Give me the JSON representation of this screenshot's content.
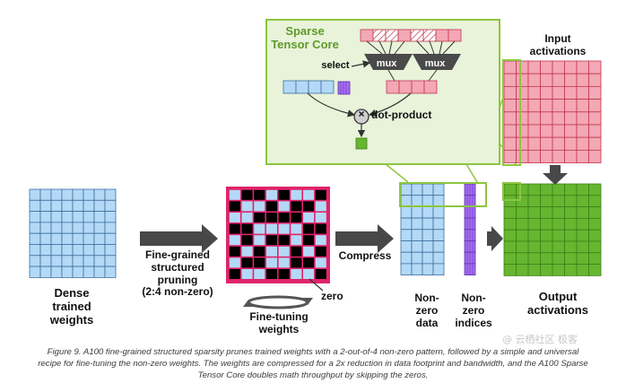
{
  "figure": {
    "sparse_core_title": "Sparse\nTensor Core",
    "select_label": "select",
    "mux_label": "mux",
    "dot_product_label": "dot-product",
    "dot_symbol": "×",
    "input_activations_label": "Input\nactivations",
    "dense_weights_label": "Dense\ntrained\nweights",
    "fine_grained_label": "Fine-grained\nstructured\npruning\n(2:4 non-zero)",
    "compress_label": "Compress",
    "zero_label": "zero",
    "fine_tuning_label": "Fine-tuning\nweights",
    "nonzero_data_label": "Non-\nzero\ndata",
    "nonzero_indices_label": "Non-\nzero\nindices",
    "output_activations_label": "Output\nactivations"
  },
  "caption": {
    "line1": "Figure 9. A100 fine-grained structured sparsity prunes trained weights with a 2-out-of-4 non-zero pattern, followed by a simple and universal",
    "line2": "recipe for fine-tuning the non-zero weights. The weights are compressed for a 2x reduction in data footprint and bandwidth, and the A100 Sparse",
    "line3": "Tensor Core doubles math throughput by skipping the zeros."
  },
  "watermark": "@ 云栖社区 极客",
  "colors": {
    "blue_cell": "#b3d9f7",
    "blue_line": "#3f6f9c",
    "red_cell": "#f4a7b4",
    "red_line": "#c0394f",
    "green_cell": "#66b630",
    "green_line": "#3f7f1a",
    "panel_fill": "#e8f3da",
    "panel_border": "#8dc63f",
    "purple_cell": "#a56cf0",
    "arrow_dark": "#484848",
    "pink_border": "#e0246a"
  }
}
